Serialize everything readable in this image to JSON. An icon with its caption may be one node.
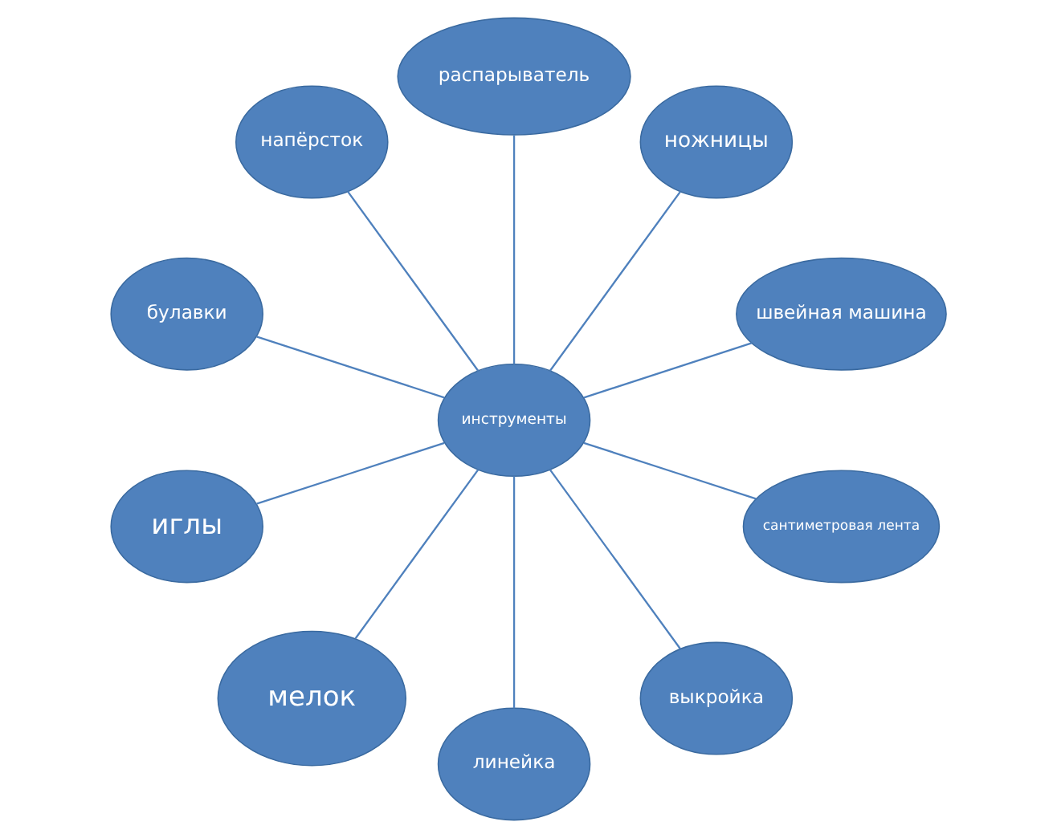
{
  "diagram": {
    "nodes": [
      {
        "text": [
          "швейная машина"
        ]
      },
      {
        "text": [
          "ножницы"
        ]
      },
      {
        "text": [
          "распарыватель"
        ]
      },
      {
        "text": [
          "напёрсток"
        ]
      },
      {
        "text": [
          "булавки"
        ]
      },
      {
        "text": [
          "инструменты"
        ]
      },
      {
        "text": [
          "иглы"
        ]
      },
      {
        "text": [
          "мелок"
        ]
      },
      {
        "text": [
          "линейка"
        ]
      },
      {
        "text": [
          "выкройка"
        ]
      },
      {
        "text": [
          "сантиметровая лента"
        ]
      }
    ],
    "edges": [
      {
        "from": 5,
        "to": 0,
        "arrow": "none"
      },
      {
        "from": 5,
        "to": 1,
        "arrow": "none"
      },
      {
        "from": 5,
        "to": 2,
        "arrow": "none"
      },
      {
        "from": 5,
        "to": 3,
        "arrow": "none"
      },
      {
        "from": 5,
        "to": 4,
        "arrow": "none"
      },
      {
        "from": 5,
        "to": 6,
        "arrow": "none"
      },
      {
        "from": 5,
        "to": 7,
        "arrow": "none"
      },
      {
        "from": 5,
        "to": 8,
        "arrow": "none"
      },
      {
        "from": 5,
        "to": 9,
        "arrow": "none"
      },
      {
        "from": 5,
        "to": 10,
        "arrow": "none"
      }
    ]
  }
}
